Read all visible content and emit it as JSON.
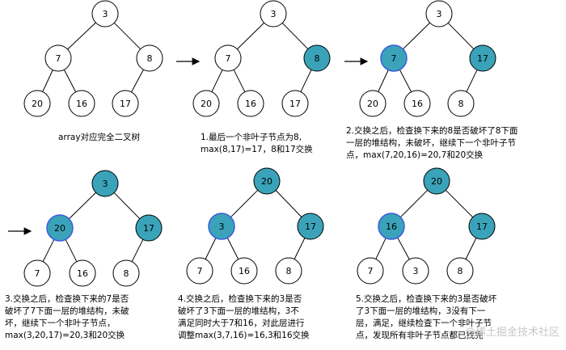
{
  "colors": {
    "plain_fill": "#ffffff",
    "active_fill": "#3aa3ba",
    "plain_stroke": "#000000",
    "highlight_stroke": "#3b5bdb",
    "edge": "#000000"
  },
  "panels": [
    {
      "nodes": [
        {
          "v": "3",
          "s": "plain"
        },
        {
          "v": "7",
          "s": "plain"
        },
        {
          "v": "8",
          "s": "plain"
        },
        {
          "v": "20",
          "s": "plain"
        },
        {
          "v": "16",
          "s": "plain"
        },
        {
          "v": "17",
          "s": "plain"
        }
      ],
      "caption": [
        "array对应完全二叉树"
      ]
    },
    {
      "nodes": [
        {
          "v": "3",
          "s": "plain"
        },
        {
          "v": "7",
          "s": "plain"
        },
        {
          "v": "8",
          "s": "active"
        },
        {
          "v": "20",
          "s": "plain"
        },
        {
          "v": "16",
          "s": "plain"
        },
        {
          "v": "17",
          "s": "plain"
        }
      ],
      "caption": [
        "1.最后一个非叶子节点为8,",
        "max(8,17)=17，8和17交换"
      ]
    },
    {
      "nodes": [
        {
          "v": "3",
          "s": "plain"
        },
        {
          "v": "7",
          "s": "active-outline"
        },
        {
          "v": "17",
          "s": "active"
        },
        {
          "v": "20",
          "s": "plain"
        },
        {
          "v": "16",
          "s": "plain"
        },
        {
          "v": "8",
          "s": "plain"
        }
      ],
      "caption": [
        "2.交换之后，检查换下来的8是否破坏了8下面",
        "一层的堆结构，未破坏，继续下一个非叶子节",
        "点，max(7,20,16)=20,7和20交换"
      ]
    },
    {
      "nodes": [
        {
          "v": "3",
          "s": "active"
        },
        {
          "v": "20",
          "s": "active-outline"
        },
        {
          "v": "17",
          "s": "active"
        },
        {
          "v": "7",
          "s": "plain"
        },
        {
          "v": "16",
          "s": "plain"
        },
        {
          "v": "8",
          "s": "plain"
        }
      ],
      "caption": [
        "3.交换之后，检查换下来的7是否",
        "破坏了7下面一层的堆结构，未破",
        "坏，继续下一个非叶子节点，",
        "max(3,20,17)=20,3和20交换"
      ]
    },
    {
      "nodes": [
        {
          "v": "20",
          "s": "active"
        },
        {
          "v": "3",
          "s": "active-outline"
        },
        {
          "v": "17",
          "s": "active"
        },
        {
          "v": "7",
          "s": "plain"
        },
        {
          "v": "16",
          "s": "plain"
        },
        {
          "v": "8",
          "s": "plain"
        }
      ],
      "caption": [
        "4.交换之后，检查换下来的3是否",
        "破坏了3下面一层的堆结构，3不",
        "满足同时大于7和16，对此层进行",
        "调整max(3,7,16)=16,3和16交换"
      ]
    },
    {
      "nodes": [
        {
          "v": "20",
          "s": "active"
        },
        {
          "v": "16",
          "s": "active-outline"
        },
        {
          "v": "17",
          "s": "active"
        },
        {
          "v": "7",
          "s": "plain"
        },
        {
          "v": "3",
          "s": "plain"
        },
        {
          "v": "8",
          "s": "plain"
        }
      ],
      "caption": [
        "5.交换之后，检查换下来的3是否破坏",
        "了3下面一层的堆结构，3没有下一",
        "层，满足，继续检查下一个非叶子节",
        "点，发现所有非叶子节点都已找完"
      ]
    }
  ],
  "watermark": "@稀土掘金技术社区"
}
